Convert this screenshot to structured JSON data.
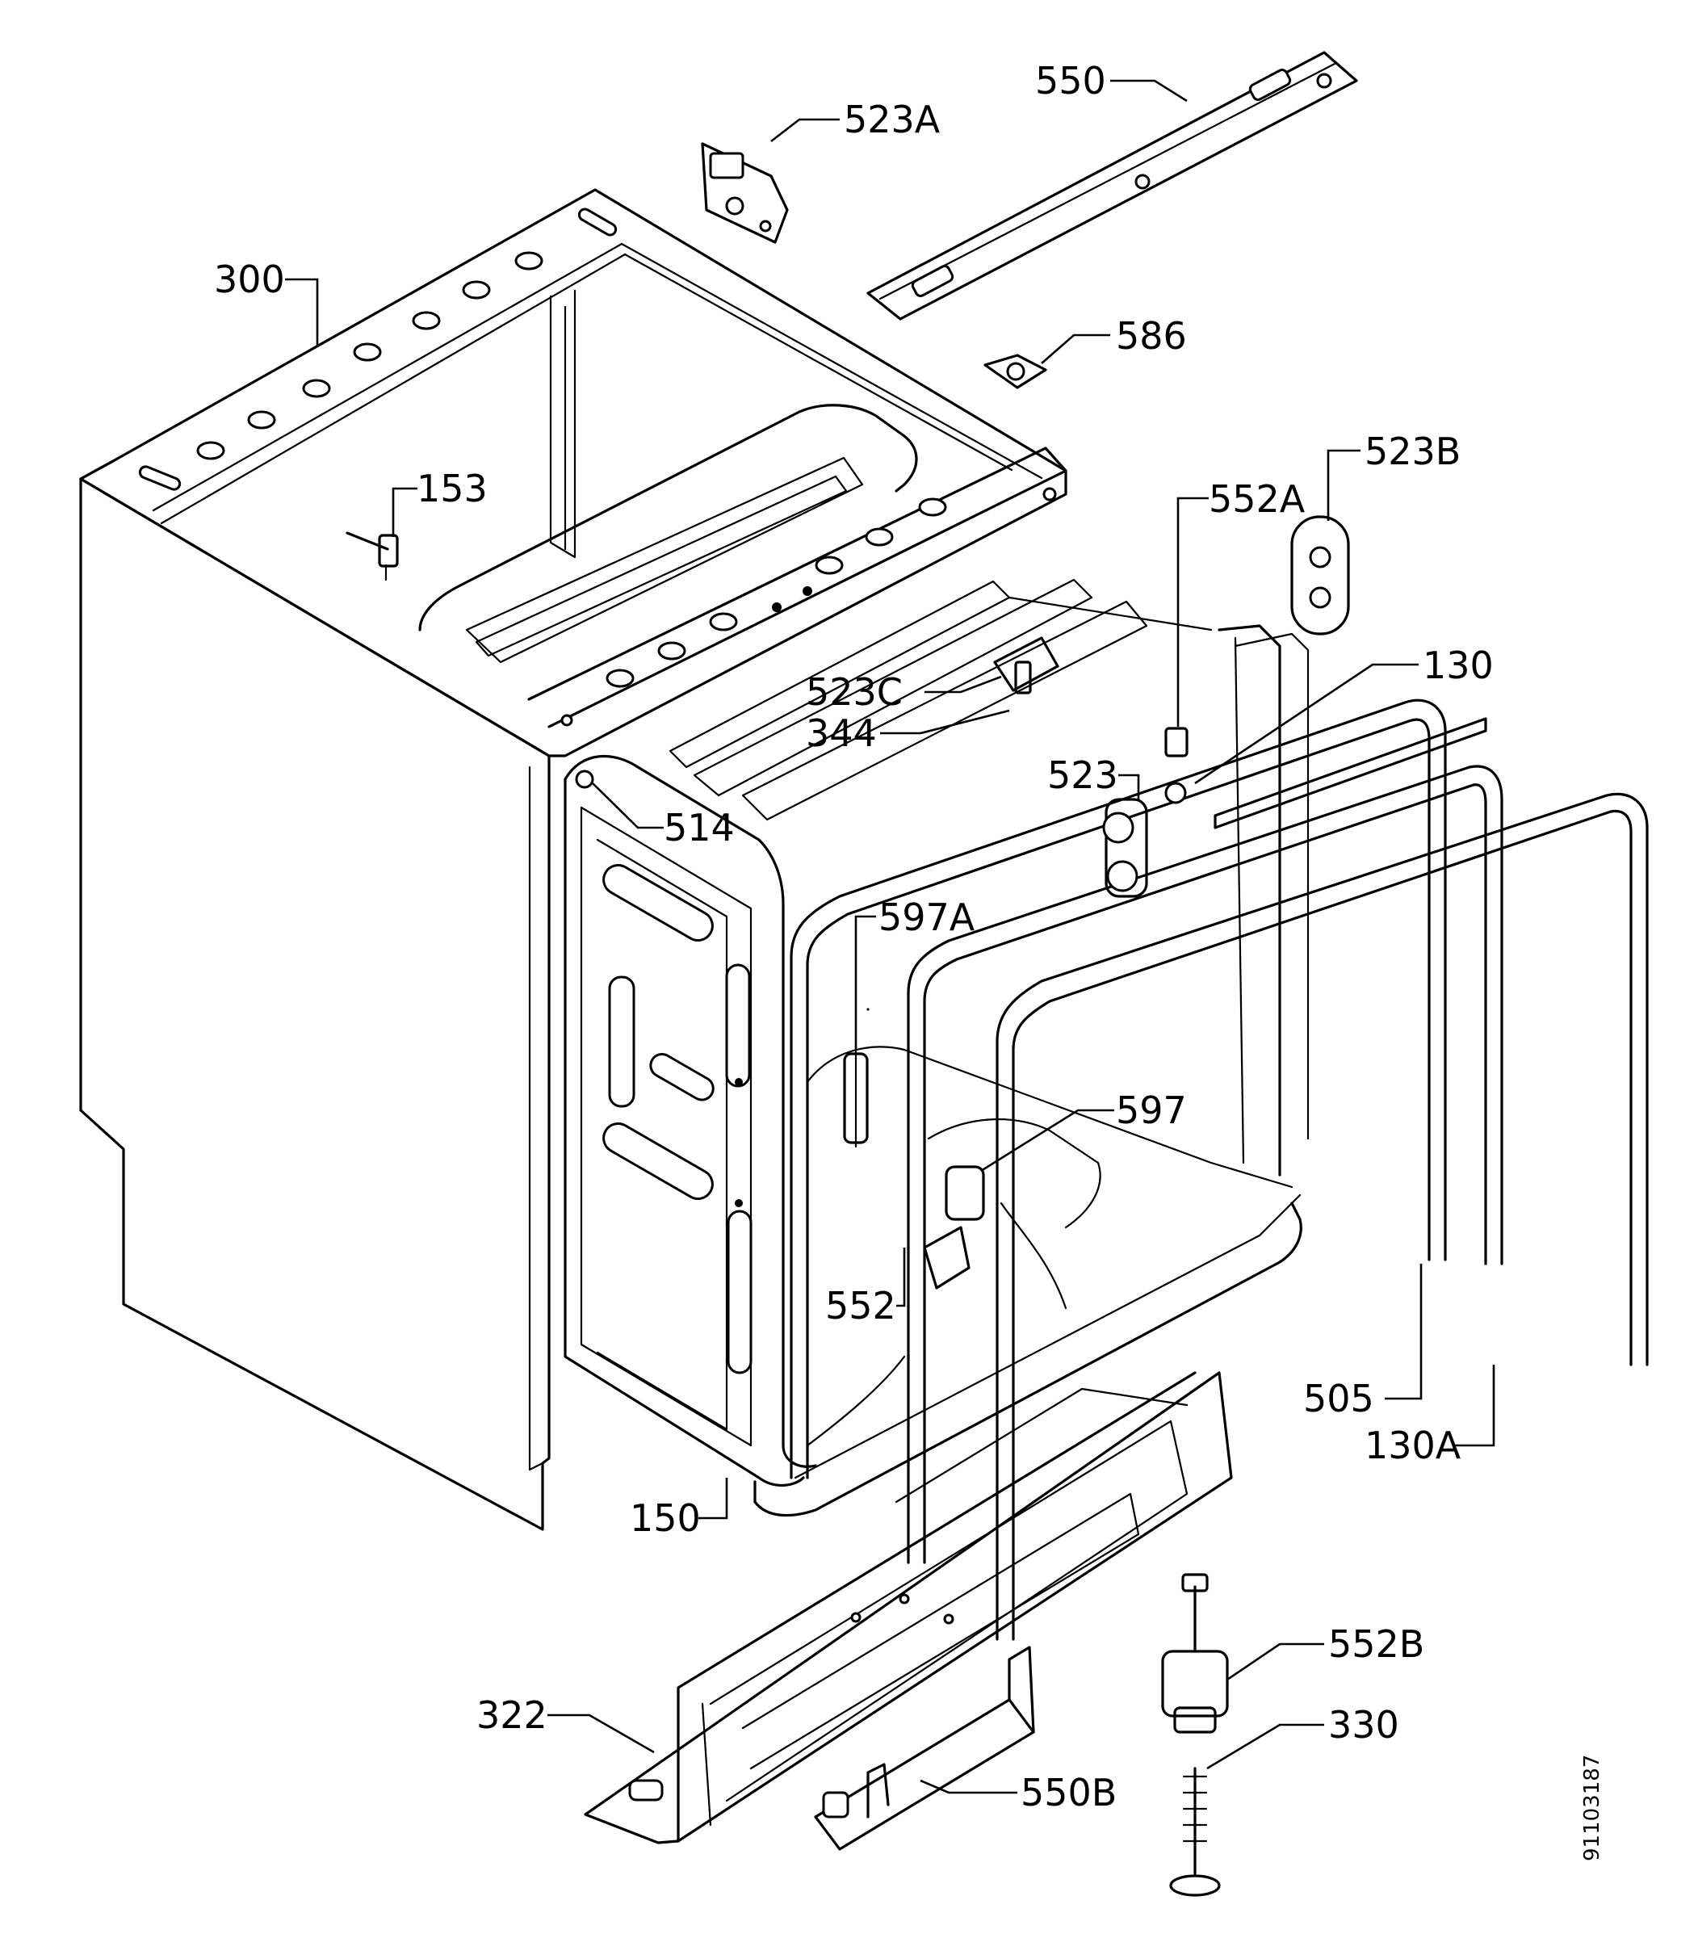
{
  "diagram": {
    "labels": {
      "p550": "550",
      "p523A": "523A",
      "p300": "300",
      "p586": "586",
      "p523B": "523B",
      "p153": "153",
      "p552A": "552A",
      "p130": "130",
      "p523C": "523C",
      "p344": "344",
      "p523": "523",
      "p514": "514",
      "p597A": "597A",
      "p597": "597",
      "p552": "552",
      "p505": "505",
      "p130A": "130A",
      "p150": "150",
      "p552B": "552B",
      "p322": "322",
      "p330": "330",
      "p550B": "550B"
    },
    "drawing_ref": "91103187"
  }
}
